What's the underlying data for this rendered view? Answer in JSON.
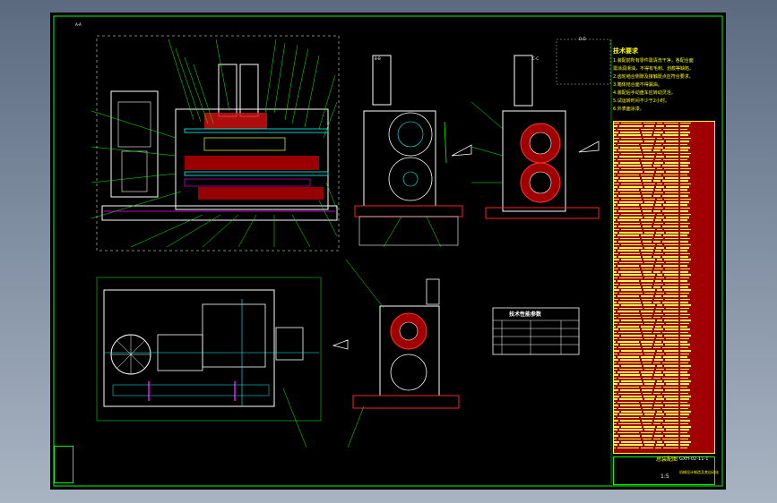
{
  "drawing": {
    "notes_title": "技术要求",
    "notes": [
      "1.装配前所有零件需清洗干净，各配合面",
      "  需涂润滑油，不得有毛刺、划痕等缺陷。",
      "2.齿轮啮合侧隙及接触斑点应符合要求。",
      "3.箱体结合面不得漏油。",
      "4.装配后手动盘车应转动灵活。",
      "5.试运转时间不少于2小时。",
      "6.外表面涂漆。"
    ],
    "title_block": {
      "name": "总装配图",
      "drawing_no": "GXH-02-11-1",
      "company": "机械设计制造及其自动化",
      "scale": "1:5"
    },
    "small_table_title": "技术性能参数",
    "section_labels": [
      "A-A",
      "B-B",
      "C-C",
      "D-D"
    ],
    "colors": {
      "background": "#000000",
      "outline": "#00ff00",
      "leader": "#00ff00",
      "axis": "#00ffff",
      "part": "#ffffff",
      "section": "#ff2020",
      "note": "#ffff00",
      "parts_table_fill": "#a00000"
    }
  }
}
